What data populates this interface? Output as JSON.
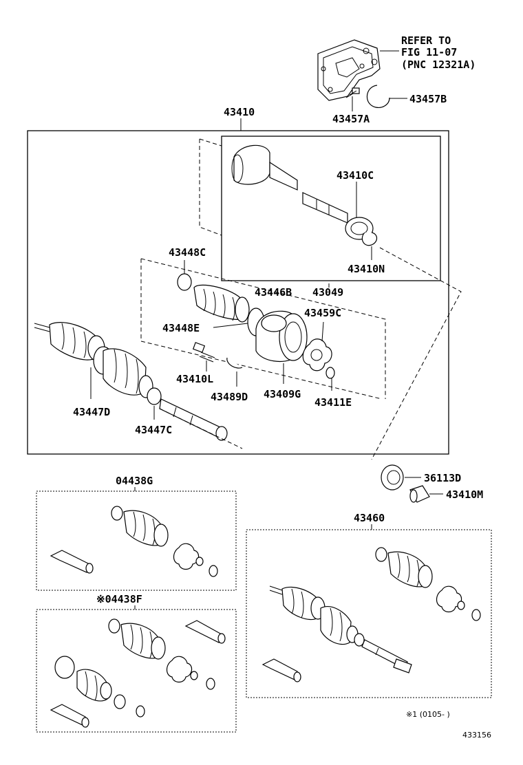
{
  "diagram": {
    "labels": {
      "refer_line1": "REFER TO",
      "refer_line2": "FIG 11-07",
      "refer_line3": "(PNC 12321A)",
      "p43457B": "43457B",
      "p43457A": "43457A",
      "p43410": "43410",
      "p43410C": "43410C",
      "p43410N": "43410N",
      "p43448C": "43448C",
      "p43446B": "43446B",
      "p43049": "43049",
      "p43448E": "43448E",
      "p43459C": "43459C",
      "p43410L": "43410L",
      "p43489D": "43489D",
      "p43409G": "43409G",
      "p43411E": "43411E",
      "p43447D": "43447D",
      "p43447C": "43447C",
      "p36113D": "36113D",
      "p43410M": "43410M",
      "p04438G": "04438G",
      "p43460": "43460",
      "p04438F": "※04438F",
      "footnote": "※1 (0105-     )",
      "drawing_no": "433156"
    }
  }
}
